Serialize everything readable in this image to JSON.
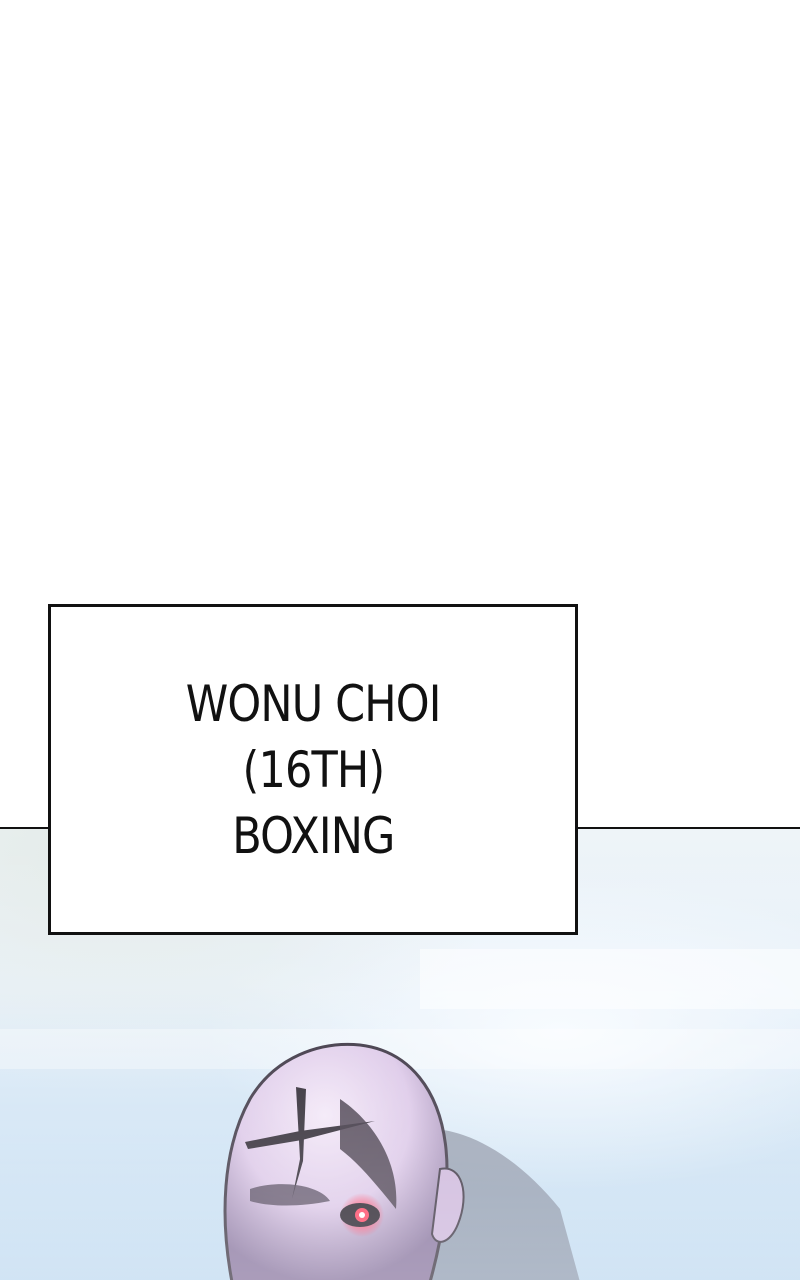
{
  "caption": {
    "lines": [
      "WONU CHOI",
      "(16TH)",
      "BOXING"
    ]
  },
  "artwork": {
    "subject": "bald-character-with-cross-scar-icon",
    "colors": {
      "skin": "#d9c3e6",
      "shadow": "#6e5a86",
      "scar": "#1a1420",
      "eye_glow": "#ff3355",
      "background_light": "#eef4f8",
      "background_blue": "#b9d6ef"
    }
  }
}
